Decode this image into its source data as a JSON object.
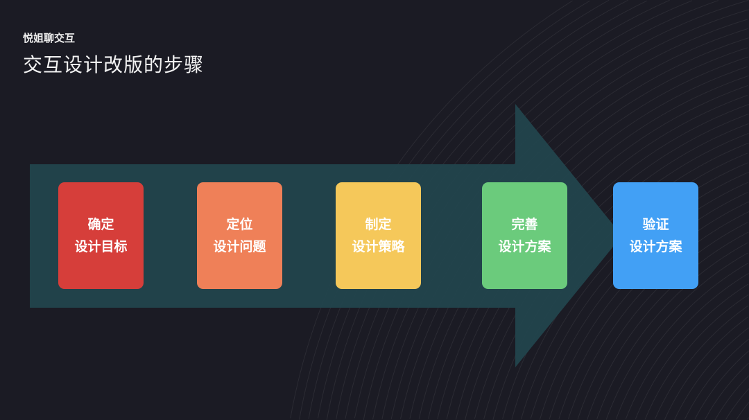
{
  "header": {
    "subtitle": "悦姐聊交互",
    "title": "交互设计改版的步骤"
  },
  "steps": [
    {
      "line1": "确定",
      "line2": "设计目标",
      "color": "#d63e3a"
    },
    {
      "line1": "定位",
      "line2": "设计问题",
      "color": "#ef8058"
    },
    {
      "line1": "制定",
      "line2": "设计策略",
      "color": "#f5c85a"
    },
    {
      "line1": "完善",
      "line2": "设计方案",
      "color": "#6bcb7c"
    },
    {
      "line1": "验证",
      "line2": "设计方案",
      "color": "#42a0f5"
    }
  ],
  "colors": {
    "background": "#1b1b24",
    "arrow": "#22454d"
  }
}
